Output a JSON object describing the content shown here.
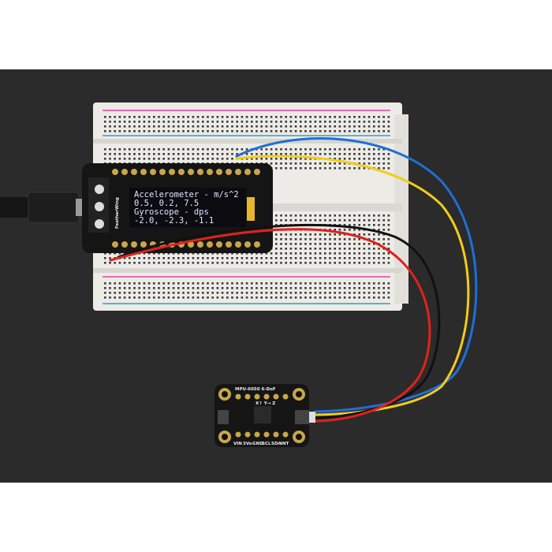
{
  "photo": {
    "background_color": "#2b2b2b",
    "border_color": "#ffffff"
  },
  "oled_display": {
    "lines": [
      "Accelerometer - m/s^2",
      "0.5, 0.2, 7.5",
      "Gyroscope - dps",
      "-2.0, -2.3, -1.1"
    ]
  },
  "feather_board": {
    "silk_label": "FeatherWing"
  },
  "sensor_board": {
    "title": "MPU-6050 6-DoF",
    "axes": "X↑ Y→ Z",
    "pins_bottom": [
      "VIN",
      "3Vo",
      "GND",
      "SCL",
      "SDA",
      "INT"
    ]
  },
  "wires": {
    "colors": {
      "blue": "#1f6fd6",
      "yellow": "#f2cc1a",
      "black": "#111111",
      "red": "#e0221c"
    }
  }
}
